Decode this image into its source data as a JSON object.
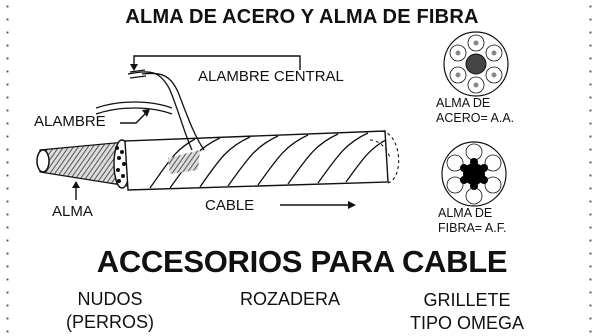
{
  "title": "ALMA DE ACERO Y ALMA DE FIBRA",
  "labels": {
    "alambre_central": "ALAMBRE CENTRAL",
    "alambre": "ALAMBRE",
    "alma": "ALMA",
    "cable": "CABLE",
    "alma_acero_line1": "ALMA DE",
    "alma_acero_line2": "ACERO= A.A.",
    "alma_fibra_line1": "ALMA DE",
    "alma_fibra_line2": "FIBRA= A.F."
  },
  "accessories": {
    "heading": "ACCESORIOS PARA CABLE",
    "nudos_line1": "NUDOS",
    "nudos_line2": "(PERROS)",
    "rozadera": "ROZADERA",
    "grillete_line1": "GRILLETE",
    "grillete_line2": "TIPO OMEGA"
  }
}
